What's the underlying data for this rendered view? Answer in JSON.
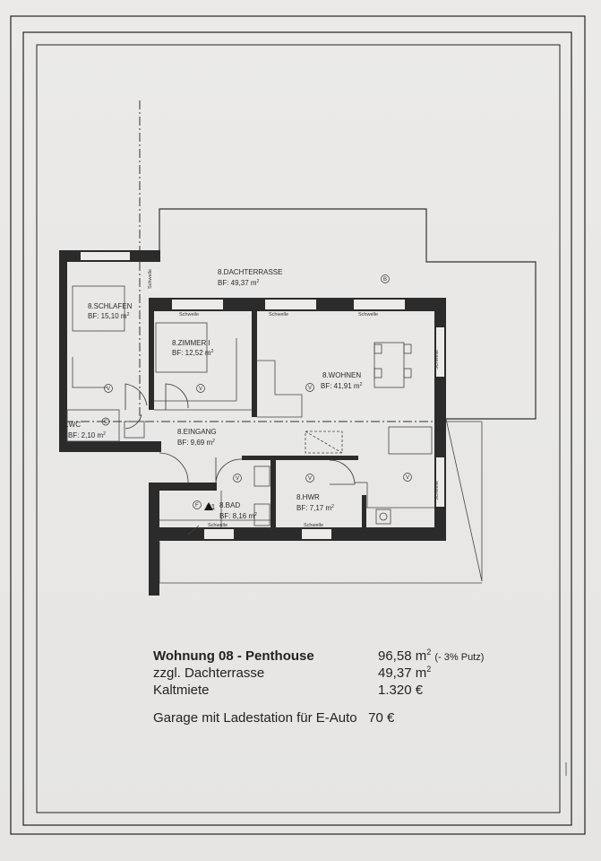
{
  "rooms": {
    "schlafen": {
      "name": "8.SCHLAFEN",
      "area": "BF:  15,10 m",
      "sup": "2"
    },
    "zimmer": {
      "name": "8.ZIMMER I",
      "area": "BF:  12,52 m",
      "sup": "2"
    },
    "wohnen": {
      "name": "8.WOHNEN",
      "area": "BF:  41,91 m",
      "sup": "2"
    },
    "dachterrasse": {
      "name": "8.DACHTERRASSE",
      "area": "BF:          49,37 m",
      "sup": "2"
    },
    "wc": {
      "name": "8.WC",
      "area": "BF:  2,10 m",
      "sup": "2"
    },
    "eingang": {
      "name": "8.EINGANG",
      "area": "BF:  9,69 m",
      "sup": "2"
    },
    "bad": {
      "name": "8.BAD",
      "area": "BF:  8,16 m",
      "sup": "2"
    },
    "hwr": {
      "name": "8.HWR",
      "area": "BF:  7,17 m",
      "sup": "2"
    }
  },
  "labels": {
    "schwelle": "Schwelle",
    "v": "V",
    "b": "B",
    "f": "F",
    "c": "C",
    "c1": "C1"
  },
  "summary": {
    "title": "Wohnung 08 - Penthouse",
    "line2": "zzgl. Dachterrasse",
    "line3": "Kaltmiete",
    "val1": "96,58 m",
    "val1_sup": "2",
    "val1_note": "(- 3% Putz)",
    "val2": "49,37 m",
    "val2_sup": "2",
    "val3": "1.320 €",
    "garage": "Garage mit Ladestation für E-Auto",
    "garage_price": "70 €"
  }
}
